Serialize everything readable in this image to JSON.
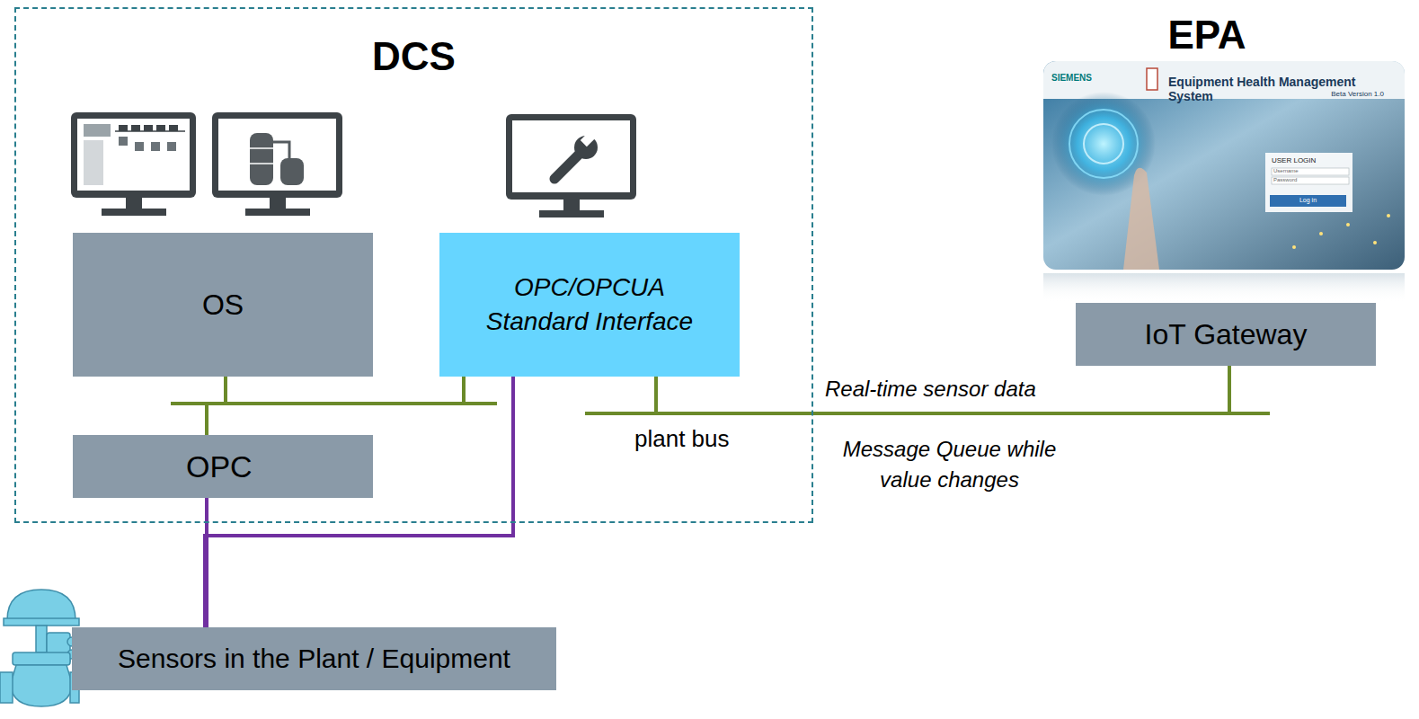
{
  "diagram": {
    "nodes": [
      {
        "text": [
          "DCS"
        ]
      },
      {
        "text": [
          "OS"
        ],
        "in": 0
      },
      {
        "text": [
          "OPC/OPCUA Standard Interface"
        ],
        "in": 0
      },
      {
        "text": [
          "OPC"
        ],
        "in": 0
      },
      {
        "text": [
          "EPA"
        ]
      },
      {
        "text": [
          "IoT Gateway"
        ]
      },
      {
        "text": [
          "Sensors in the Plant / Equipment"
        ]
      }
    ],
    "edges": [
      {
        "from": 1,
        "to": 3,
        "arrow": "none"
      },
      {
        "from": 2,
        "to": 3,
        "arrow": "none"
      },
      {
        "from": 2,
        "to": 5,
        "arrow": "none"
      },
      {
        "from": 3,
        "to": 6,
        "arrow": "none"
      },
      {
        "from": 2,
        "to": 6,
        "arrow": "none"
      }
    ],
    "labels": [
      "plant bus",
      "Real-time sensor data",
      "Message Queue while value changes",
      "SIEMENS",
      "Equipment Health Management System",
      "Beta Version 1.0",
      "USER LOGIN",
      "Username",
      "Password",
      "Log in"
    ]
  }
}
